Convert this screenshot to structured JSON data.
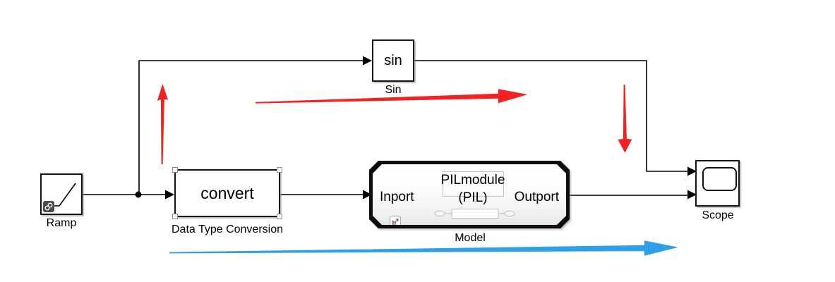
{
  "blocks": {
    "ramp": {
      "label": "Ramp"
    },
    "conversion": {
      "content": "convert",
      "label": "Data Type Conversion"
    },
    "sin": {
      "content": "sin",
      "label": "Sin"
    },
    "model": {
      "title": "PILmodule",
      "subtitle": "(PIL)",
      "inport_label": "Inport",
      "outport_label": "Outport",
      "label": "Model"
    },
    "scope": {
      "label": "Scope"
    }
  },
  "icons": {
    "ramp_badge": "library-link-icon",
    "model_badge": "model-reference-icon"
  },
  "colors": {
    "wire": "#000000",
    "annotation_red": "#f32121",
    "annotation_blue": "#2e9fe8"
  }
}
